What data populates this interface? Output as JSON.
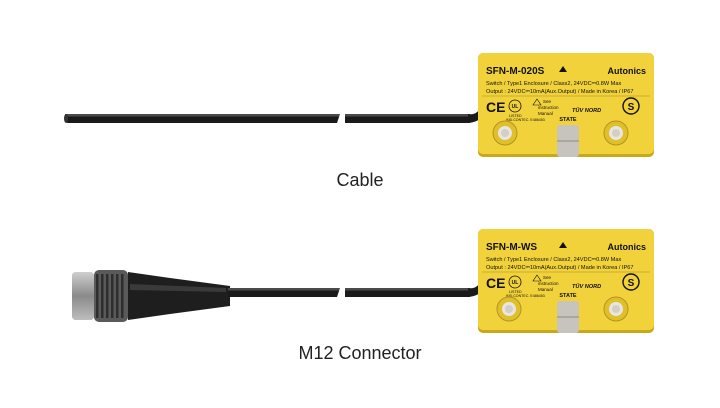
{
  "products": [
    {
      "caption": "Cable",
      "label": {
        "model": "SFN-M-020S",
        "brand": "Autonics",
        "line1": "Switch / Type1 Enclosure / Class2, 24VDC⎓0.8W Max",
        "line2": "Output : 24VDC⎓10mA(Aux.Output) / Made in Korea / IP67",
        "ce": "CE",
        "ul_mark": "UL",
        "ul_text": "LISTED",
        "ind": "IND.CONTEC. E486453",
        "see1": "See",
        "see2": "instruction",
        "see3": "Manual",
        "tuv": "TÜV NORD",
        "s_mark": "S",
        "state": "STATE"
      }
    },
    {
      "caption": "M12 Connector",
      "label": {
        "model": "SFN-M-WS",
        "brand": "Autonics",
        "line1": "Switch / Type1 Enclosure / Class2, 24VDC⎓0.8W Max",
        "line2": "Output : 24VDC⎓10mA(Aux.Output) / Made in Korea / IP67",
        "ce": "CE",
        "ul_mark": "UL",
        "ul_text": "LISTED",
        "ind": "IND.CONTEC. E486453",
        "see1": "See",
        "see2": "instruction",
        "see3": "Manual",
        "tuv": "TÜV NORD",
        "s_mark": "S",
        "state": "STATE"
      }
    }
  ],
  "colors": {
    "body": "#f2d23a",
    "body_edge": "#c9a91c",
    "cable": "#1a1a1a",
    "hole": "#e8e6df",
    "background": "#ffffff"
  }
}
